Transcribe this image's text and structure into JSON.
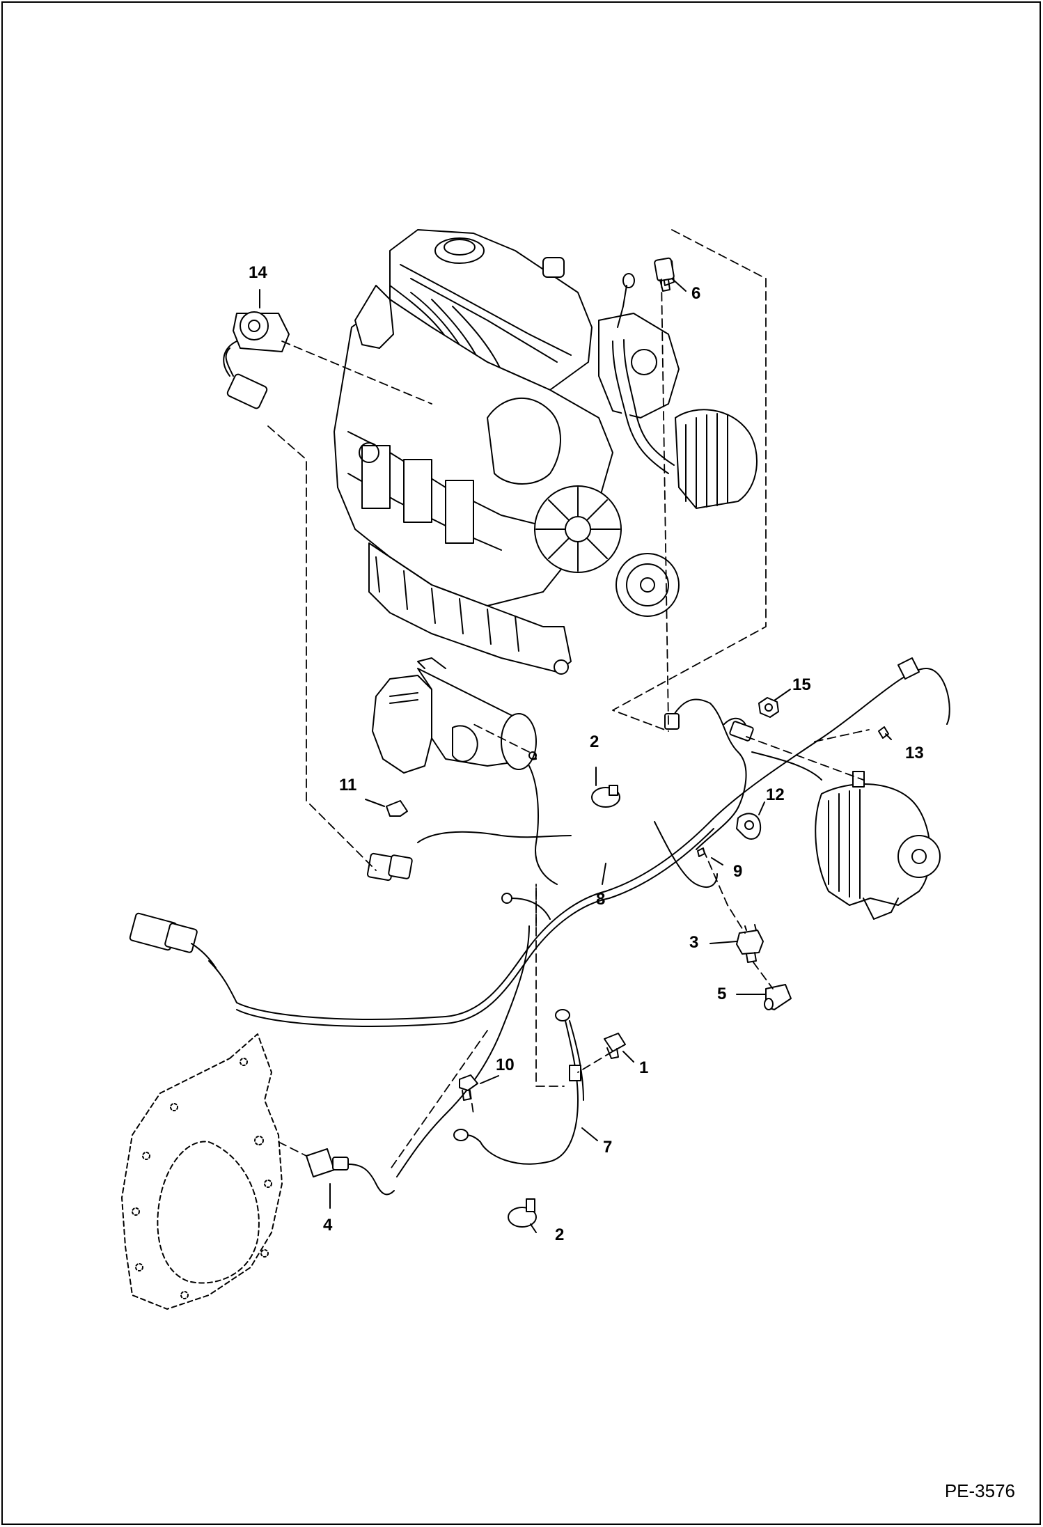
{
  "figure_id": "PE-3576",
  "callouts": {
    "c1": "1",
    "c2a": "2",
    "c2b": "2",
    "c3": "3",
    "c4": "4",
    "c5": "5",
    "c6": "6",
    "c7": "7",
    "c8": "8",
    "c9": "9",
    "c10": "10",
    "c11": "11",
    "c12": "12",
    "c13": "13",
    "c14": "14",
    "c15": "15"
  },
  "colors": {
    "line": "#000000",
    "background": "#ffffff"
  }
}
